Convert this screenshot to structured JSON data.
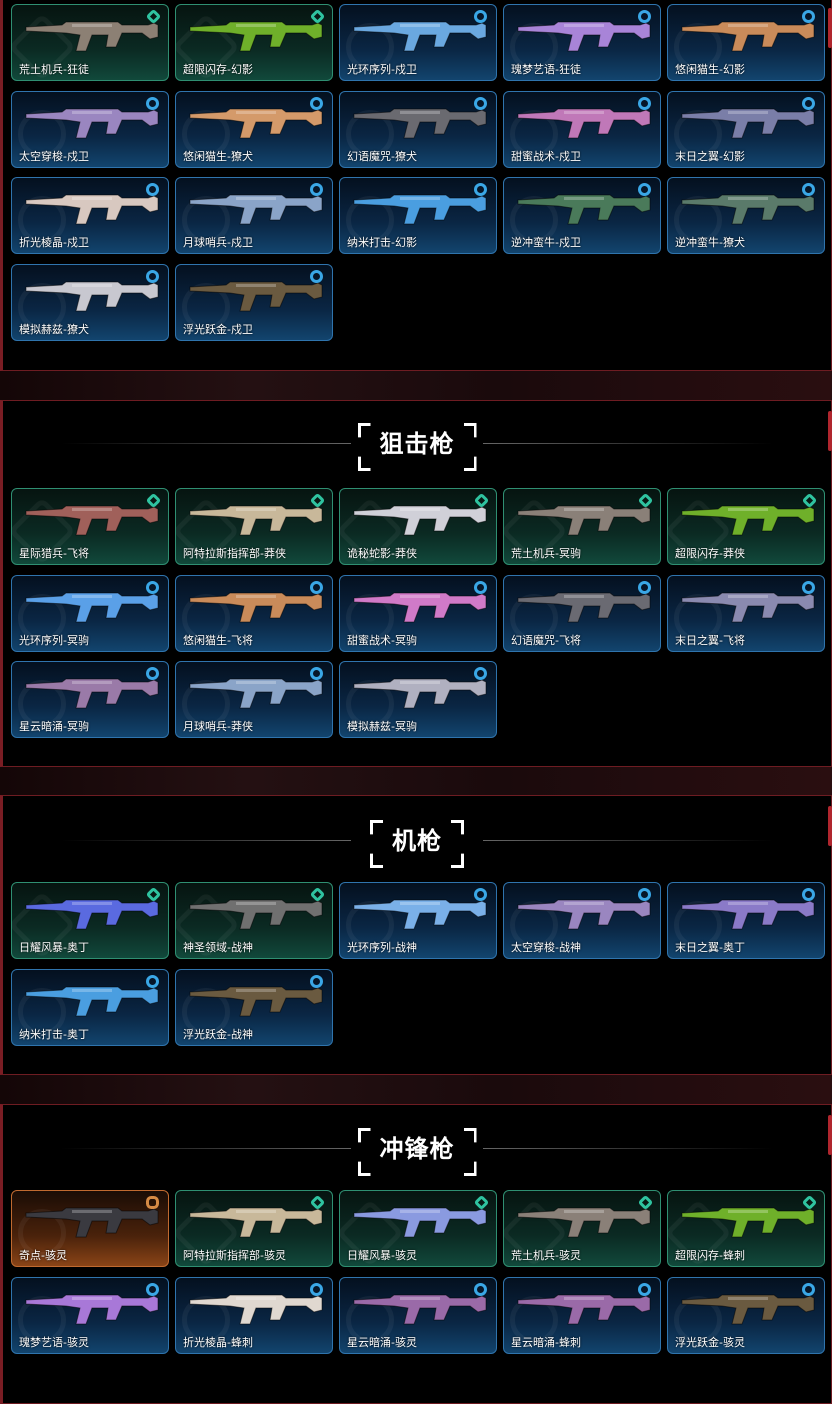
{
  "sections": [
    {
      "title": "",
      "cards": [
        {
          "name": "荒土机兵-狂徒",
          "tier": "green",
          "gun": "#8c8074"
        },
        {
          "name": "超限闪存-幻影",
          "tier": "green",
          "gun": "#6fb02a"
        },
        {
          "name": "光环序列-戍卫",
          "tier": "blue",
          "gun": "#6aa8e0"
        },
        {
          "name": "瑰梦艺语-狂徒",
          "tier": "blue",
          "gun": "#a884d8"
        },
        {
          "name": "悠闲猫生-幻影",
          "tier": "blue",
          "gun": "#c98b5a"
        },
        {
          "name": "太空穿梭-戍卫",
          "tier": "blue",
          "gun": "#9a86c0"
        },
        {
          "name": "悠闲猫生-獠犬",
          "tier": "blue",
          "gun": "#d49a6a"
        },
        {
          "name": "幻语魔咒-獠犬",
          "tier": "blue",
          "gun": "#6a6a70"
        },
        {
          "name": "甜蜜战术-戍卫",
          "tier": "blue",
          "gun": "#c078b8"
        },
        {
          "name": "末日之翼-幻影",
          "tier": "blue",
          "gun": "#7a7ea8"
        },
        {
          "name": "折光棱晶-戍卫",
          "tier": "blue",
          "gun": "#d8c8c0"
        },
        {
          "name": "月球哨兵-戍卫",
          "tier": "blue",
          "gun": "#8aa4c8"
        },
        {
          "name": "纳米打击-幻影",
          "tier": "blue",
          "gun": "#4a9ee0"
        },
        {
          "name": "逆冲蛮牛-戍卫",
          "tier": "blue",
          "gun": "#4a7a5a"
        },
        {
          "name": "逆冲蛮牛-獠犬",
          "tier": "blue",
          "gun": "#5a7a6a"
        },
        {
          "name": "模拟赫兹-獠犬",
          "tier": "blue",
          "gun": "#c8c8d0"
        },
        {
          "name": "浮光跃金-戍卫",
          "tier": "blue",
          "gun": "#6a5a40"
        }
      ]
    },
    {
      "title": "狙击枪",
      "cards": [
        {
          "name": "星际猎兵-飞将",
          "tier": "green",
          "gun": "#a0605a"
        },
        {
          "name": "阿特拉斯指挥部-莽侠",
          "tier": "green",
          "gun": "#c8b89a"
        },
        {
          "name": "诡秘蛇影-莽侠",
          "tier": "green",
          "gun": "#d0d0d8"
        },
        {
          "name": "荒土机兵-冥驹",
          "tier": "green",
          "gun": "#8a8078"
        },
        {
          "name": "超限闪存-莽侠",
          "tier": "green",
          "gun": "#6fb02a"
        },
        {
          "name": "光环序列-冥驹",
          "tier": "blue",
          "gun": "#5aa0e8"
        },
        {
          "name": "悠闲猫生-飞将",
          "tier": "blue",
          "gun": "#c98b5a"
        },
        {
          "name": "甜蜜战术-冥驹",
          "tier": "blue",
          "gun": "#d07ac8"
        },
        {
          "name": "幻语魔咒-飞将",
          "tier": "blue",
          "gun": "#6a6a72"
        },
        {
          "name": "末日之翼-飞将",
          "tier": "blue",
          "gun": "#8a8ab0"
        },
        {
          "name": "星云暗涌-冥驹",
          "tier": "blue",
          "gun": "#9a7aa8"
        },
        {
          "name": "月球哨兵-莽侠",
          "tier": "blue",
          "gun": "#8aa4c8"
        },
        {
          "name": "模拟赫兹-冥驹",
          "tier": "blue",
          "gun": "#b0b0c0"
        }
      ]
    },
    {
      "title": "机枪",
      "cards": [
        {
          "name": "日耀风暴-奥丁",
          "tier": "green",
          "gun": "#5a6ae0"
        },
        {
          "name": "神圣领域-战神",
          "tier": "green",
          "gun": "#707070"
        },
        {
          "name": "光环序列-战神",
          "tier": "blue",
          "gun": "#7ab0e8"
        },
        {
          "name": "太空穿梭-战神",
          "tier": "blue",
          "gun": "#9a86c0"
        },
        {
          "name": "末日之翼-奥丁",
          "tier": "blue",
          "gun": "#8a7ac8"
        },
        {
          "name": "纳米打击-奥丁",
          "tier": "blue",
          "gun": "#4a9ee0"
        },
        {
          "name": "浮光跃金-战神",
          "tier": "blue",
          "gun": "#6a5a40"
        }
      ]
    },
    {
      "title": "冲锋枪",
      "cards": [
        {
          "name": "奇点-骇灵",
          "tier": "orange",
          "gun": "#3a3a40"
        },
        {
          "name": "阿特拉斯指挥部-骇灵",
          "tier": "green",
          "gun": "#c8b89a"
        },
        {
          "name": "日耀风暴-骇灵",
          "tier": "green",
          "gun": "#8a9ae0"
        },
        {
          "name": "荒土机兵-骇灵",
          "tier": "green",
          "gun": "#8a8078"
        },
        {
          "name": "超限闪存-蜂刺",
          "tier": "green",
          "gun": "#6fb02a"
        },
        {
          "name": "瑰梦艺语-骇灵",
          "tier": "blue",
          "gun": "#a878d8"
        },
        {
          "name": "折光棱晶-蜂刺",
          "tier": "blue",
          "gun": "#e0d8d0"
        },
        {
          "name": "星云暗涌-骇灵",
          "tier": "blue",
          "gun": "#9a6aa8"
        },
        {
          "name": "星云暗涌-蜂刺",
          "tier": "blue",
          "gun": "#9a6aa8"
        },
        {
          "name": "浮光跃金-骇灵",
          "tier": "blue",
          "gun": "#6a5a40"
        }
      ]
    }
  ]
}
